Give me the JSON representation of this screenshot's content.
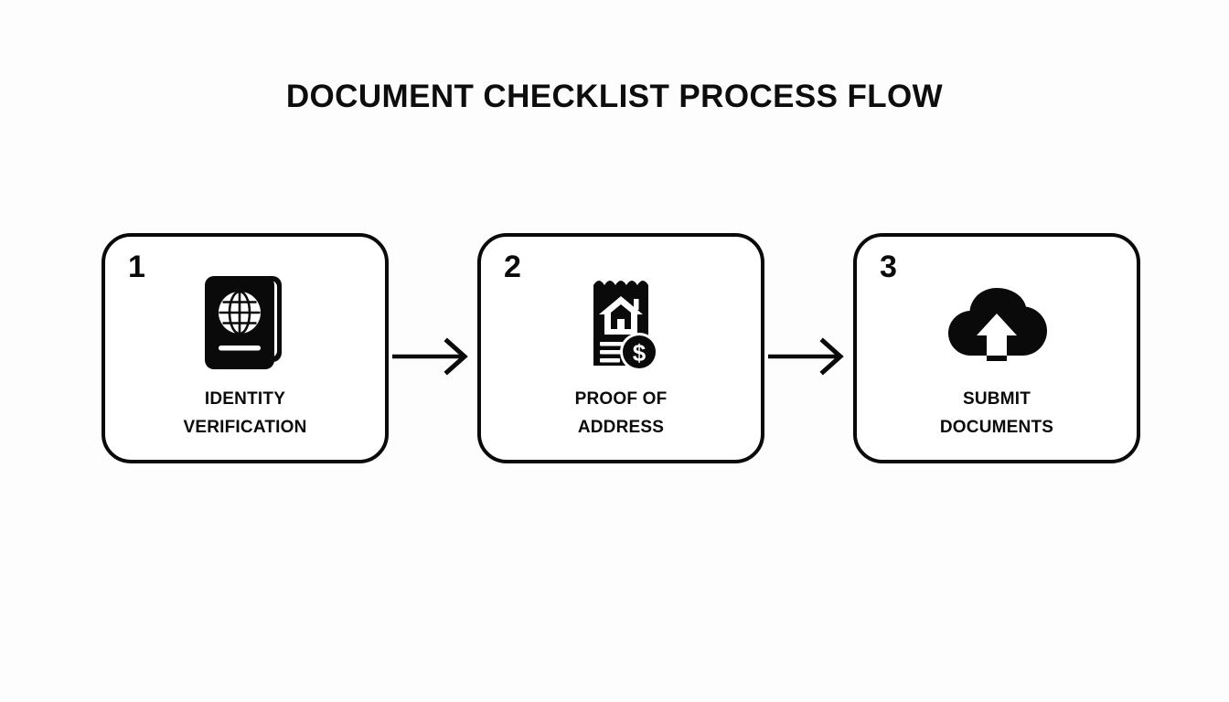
{
  "page": {
    "title": "DOCUMENT CHECKLIST PROCESS FLOW",
    "background_color": "#fdfdfd",
    "ink_color": "#0a0a0a"
  },
  "flow": {
    "type": "linear-process-flow",
    "direction": "left-to-right",
    "step_count": 3,
    "steps": [
      {
        "number": "1",
        "label_line1": "IDENTITY",
        "label_line2": "VERIFICATION",
        "icon": "passport-globe-icon"
      },
      {
        "number": "2",
        "label_line1": "PROOF OF",
        "label_line2": "ADDRESS",
        "icon": "utility-bill-house-dollar-icon"
      },
      {
        "number": "3",
        "label_line1": "SUBMIT",
        "label_line2": "DOCUMENTS",
        "icon": "cloud-upload-icon"
      }
    ],
    "connectors": [
      {
        "from": "1",
        "to": "2",
        "shape": "arrow-right"
      },
      {
        "from": "2",
        "to": "3",
        "shape": "arrow-right"
      }
    ]
  }
}
